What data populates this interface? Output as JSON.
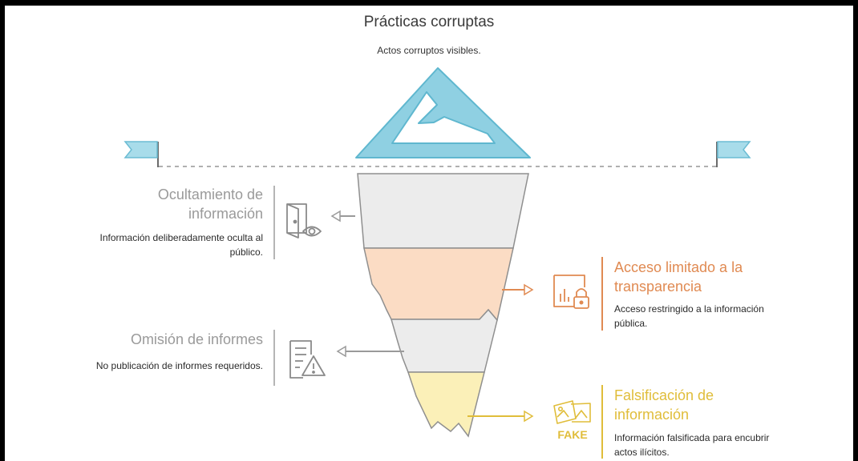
{
  "top": {
    "title": "Prácticas corruptas",
    "description": "Actos corruptos visibles."
  },
  "items": [
    {
      "title": "Ocultamiento de información",
      "description": "Información deliberadamente oculta al público.",
      "icon": "door-eye-icon",
      "color": "#9a9a9a"
    },
    {
      "title": "Acceso limitado a la transparencia",
      "description": "Acceso restringido a la información pública.",
      "icon": "chart-lock-icon",
      "color": "#e08a52"
    },
    {
      "title": "Omisión de informes",
      "description": "No publicación de informes requeridos.",
      "icon": "document-warning-icon",
      "color": "#9a9a9a"
    },
    {
      "title": "Falsificación de información",
      "description": "Información falsificada para encubrir actos ilícitos.",
      "icon": "fake-photos-icon",
      "icon_text": "FAKE",
      "color": "#e0bd3a"
    }
  ],
  "colors": {
    "mountain": "#8fd0e2",
    "layer_gray": "#ececec",
    "layer_orange": "#fbdcc4",
    "layer_yellow": "#fbf0b8",
    "flag": "#a8dcea"
  }
}
